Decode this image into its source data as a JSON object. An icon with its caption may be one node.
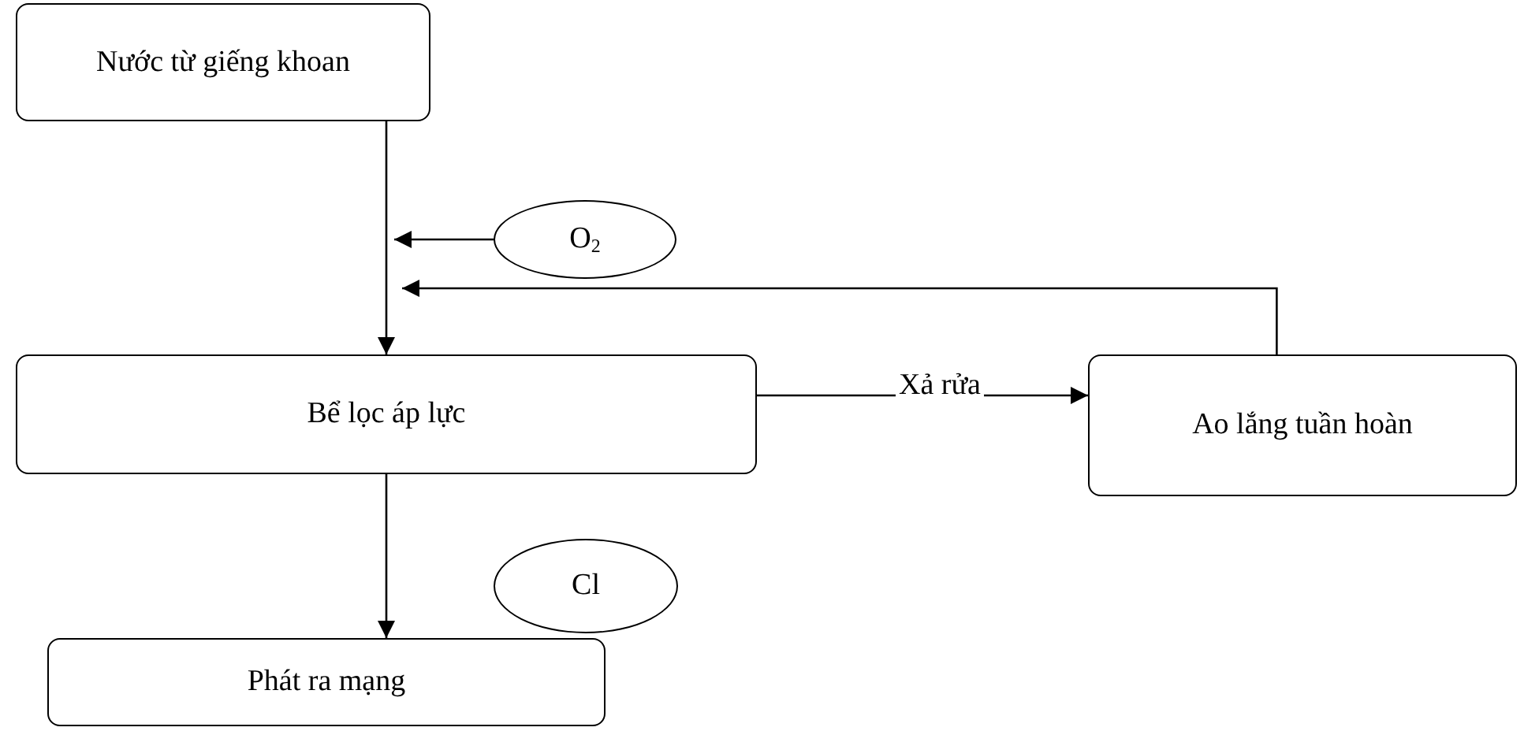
{
  "diagram": {
    "nodes": [
      {
        "text": [
          "Nước từ giếng khoan"
        ]
      },
      {
        "text": [
          "O$_{2}$"
        ]
      },
      {
        "text": [
          "Bể lọc áp lực"
        ]
      },
      {
        "text": [
          "Ao lắng tuần hoàn"
        ]
      },
      {
        "text": [
          "Cl"
        ]
      },
      {
        "text": [
          "Phát ra mạng"
        ]
      }
    ],
    "edges": [
      {
        "from": 0,
        "to": 2,
        "arrow": "to"
      },
      {
        "from": 1,
        "to": null,
        "arrow": "to"
      },
      {
        "from": 3,
        "to": null,
        "arrow": "to"
      },
      {
        "from": 2,
        "to": 3,
        "arrow": "to",
        "label": "Xả rửa"
      },
      {
        "from": 2,
        "to": 5,
        "arrow": "to"
      }
    ]
  }
}
